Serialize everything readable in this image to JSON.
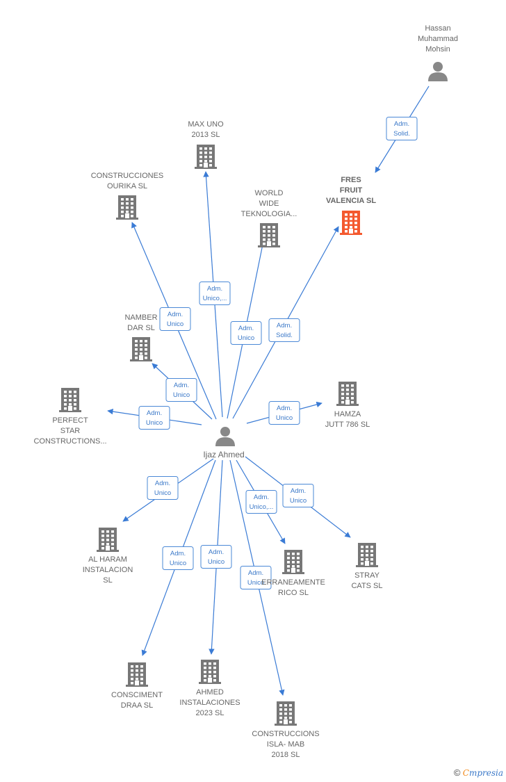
{
  "colors": {
    "edge": "#3a7bd5",
    "building": "#777777",
    "highlight": "#f4592e",
    "person": "#888888"
  },
  "center": {
    "id": "ijaz",
    "name": "Ijaz Ahmed",
    "icon": "person-icon"
  },
  "top_person": {
    "id": "hassan",
    "lines": [
      "Hassan",
      "Muhammad",
      "Mohsin"
    ],
    "icon": "person-icon"
  },
  "companies": [
    {
      "id": "max",
      "lines": [
        "MAX UNO",
        "2013  SL"
      ],
      "highlight": false
    },
    {
      "id": "ourika",
      "lines": [
        "CONSTRUCCIONES",
        "OURIKA SL"
      ],
      "highlight": false
    },
    {
      "id": "world",
      "lines": [
        "WORLD",
        "WIDE",
        "TEKNOLOGIA..."
      ],
      "highlight": false
    },
    {
      "id": "fres",
      "lines": [
        "FRES",
        "FRUIT",
        "VALENCIA  SL"
      ],
      "highlight": true
    },
    {
      "id": "namber",
      "lines": [
        "NAMBER",
        "DAR  SL"
      ],
      "highlight": false
    },
    {
      "id": "perfect",
      "lines": [
        "PERFECT",
        "STAR",
        "CONSTRUCTIONS..."
      ],
      "highlight": false
    },
    {
      "id": "hamza",
      "lines": [
        "HAMZA",
        "JUTT 786  SL"
      ],
      "highlight": false
    },
    {
      "id": "alharam",
      "lines": [
        "AL HARAM",
        "INSTALACION",
        "SL"
      ],
      "highlight": false
    },
    {
      "id": "medit",
      "lines": [
        "ERRANEAMENTE",
        "RICO  SL"
      ],
      "highlight": false
    },
    {
      "id": "stray",
      "lines": [
        "STRAY",
        "CATS SL"
      ],
      "highlight": false
    },
    {
      "id": "consc",
      "lines": [
        "CONSCIMENT",
        "DRAA SL"
      ],
      "highlight": false
    },
    {
      "id": "ahmed",
      "lines": [
        "AHMED",
        "INSTALACIONES",
        "2023  SL"
      ],
      "highlight": false
    },
    {
      "id": "isla",
      "lines": [
        "CONSTRUCCIONS",
        "ISLA- MAB",
        "2018  SL"
      ],
      "highlight": false
    }
  ],
  "edges": [
    {
      "from": "hassan",
      "to": "fres",
      "label": [
        "Adm.",
        "Solid."
      ]
    },
    {
      "from": "ijaz",
      "to": "max",
      "label": [
        "Adm.",
        "Unico,..."
      ]
    },
    {
      "from": "ijaz",
      "to": "ourika",
      "label": [
        "Adm.",
        "Unico"
      ]
    },
    {
      "from": "ijaz",
      "to": "world",
      "label": [
        "Adm.",
        "Unico"
      ]
    },
    {
      "from": "ijaz",
      "to": "fres",
      "label": [
        "Adm.",
        "Solid."
      ]
    },
    {
      "from": "ijaz",
      "to": "namber",
      "label": [
        "Adm.",
        "Unico"
      ]
    },
    {
      "from": "ijaz",
      "to": "perfect",
      "label": [
        "Adm.",
        "Unico"
      ]
    },
    {
      "from": "ijaz",
      "to": "hamza",
      "label": [
        "Adm.",
        "Unico"
      ]
    },
    {
      "from": "ijaz",
      "to": "alharam",
      "label": [
        "Adm.",
        "Unico"
      ]
    },
    {
      "from": "ijaz",
      "to": "medit",
      "label": [
        "Adm.",
        "Unico,..."
      ]
    },
    {
      "from": "ijaz",
      "to": "stray",
      "label": [
        "Adm.",
        "Unico"
      ]
    },
    {
      "from": "ijaz",
      "to": "consc",
      "label": [
        "Adm.",
        "Unico"
      ]
    },
    {
      "from": "ijaz",
      "to": "ahmed",
      "label": [
        "Adm.",
        "Unico"
      ]
    },
    {
      "from": "ijaz",
      "to": "isla",
      "label": [
        "Adm.",
        "Unico"
      ]
    }
  ],
  "watermark": {
    "copyright": "©",
    "brand_first": "C",
    "brand_rest": "mpresia"
  }
}
